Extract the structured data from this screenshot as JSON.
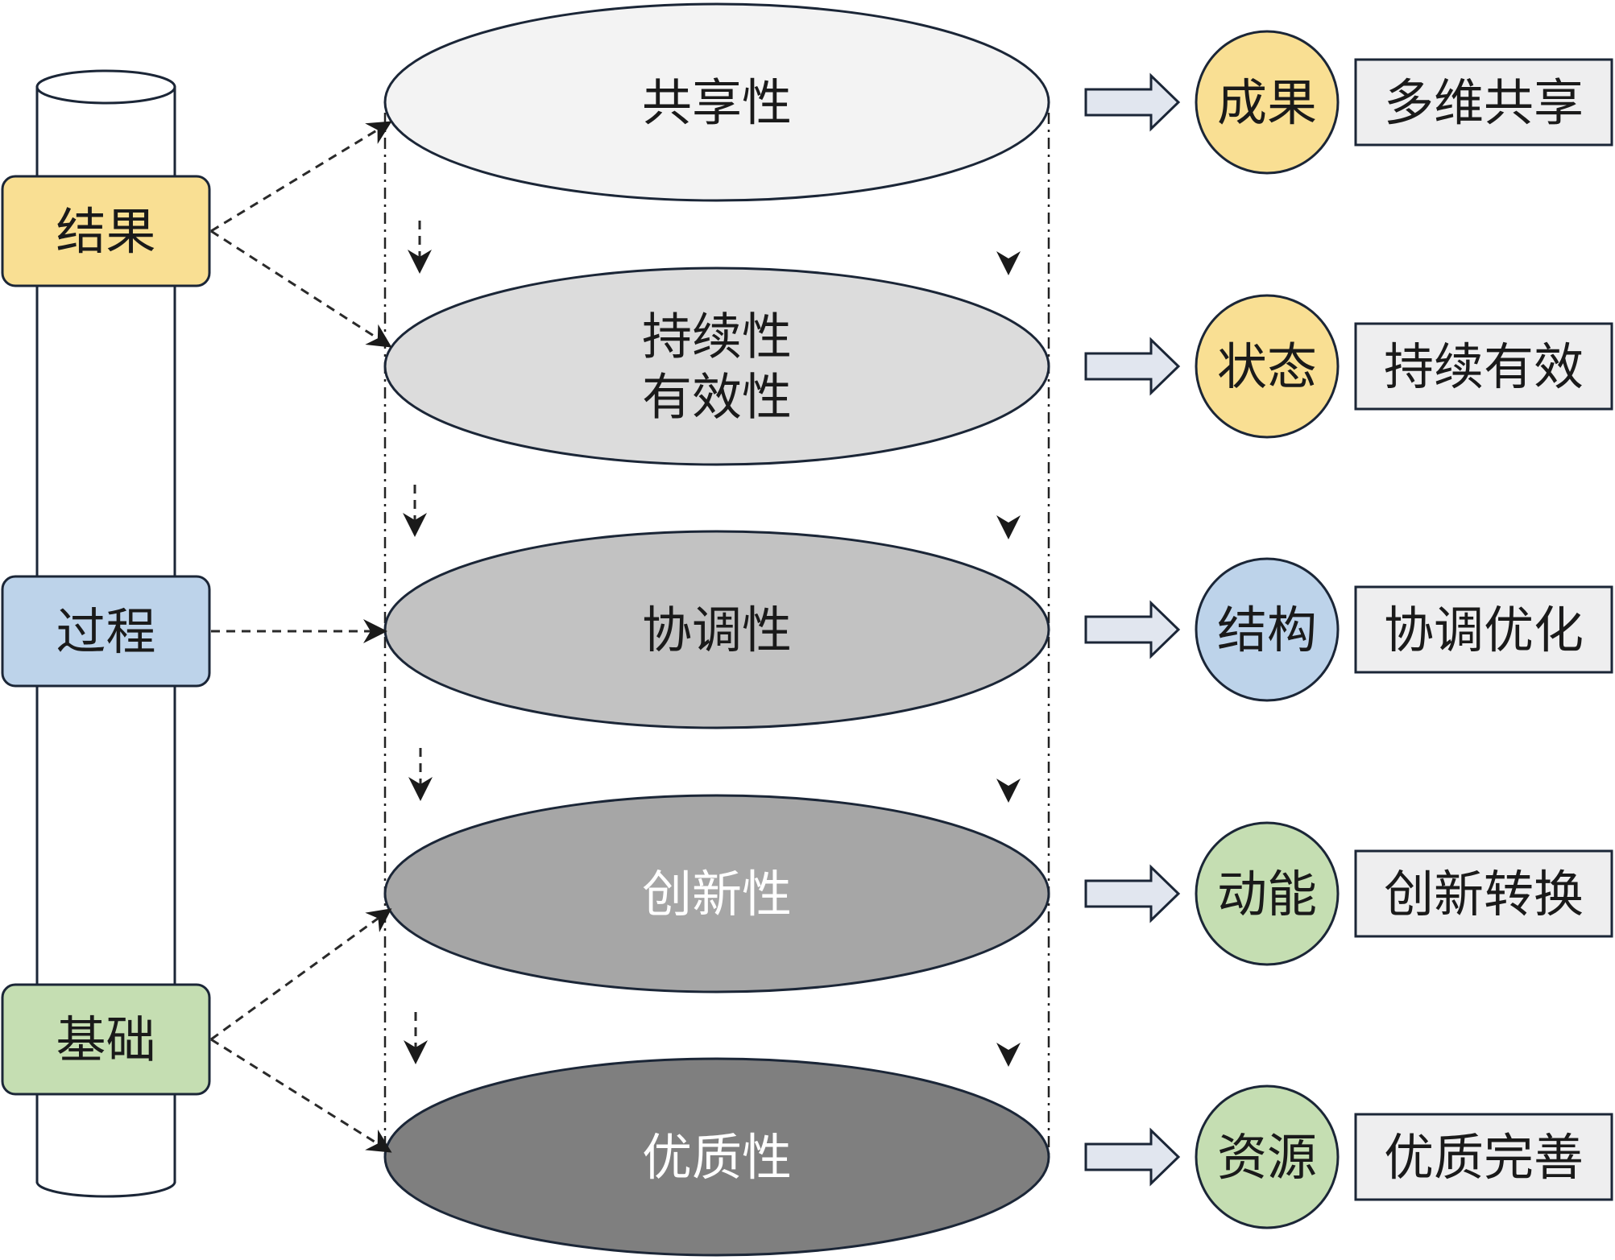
{
  "colors": {
    "stroke": "#1b2637",
    "dashed": "#2a2a2a",
    "yellow": "#f9df93",
    "blue": "#bdd3ea",
    "green": "#c5deb2",
    "right_box": "#eeeeef",
    "arrow_fill": "#e1e6ef",
    "layer_fills": [
      "#f3f3f3",
      "#dcdcdc",
      "#c2c2c2",
      "#a6a6a6",
      "#7f7f7f"
    ]
  },
  "left_pillar": {
    "labels": [
      {
        "text": "结果",
        "color": "yellow"
      },
      {
        "text": "过程",
        "color": "blue"
      },
      {
        "text": "基础",
        "color": "green"
      }
    ]
  },
  "layers": [
    {
      "lines": [
        "共享性"
      ],
      "text_color": "#1a1a1a"
    },
    {
      "lines": [
        "持续性",
        "有效性"
      ],
      "text_color": "#1a1a1a"
    },
    {
      "lines": [
        "协调性"
      ],
      "text_color": "#1a1a1a"
    },
    {
      "lines": [
        "创新性"
      ],
      "text_color": "#ffffff"
    },
    {
      "lines": [
        "优质性"
      ],
      "text_color": "#ffffff"
    }
  ],
  "right_items": [
    {
      "circle": "成果",
      "circle_color": "yellow",
      "box": "多维共享"
    },
    {
      "circle": "状态",
      "circle_color": "yellow",
      "box": "持续有效"
    },
    {
      "circle": "结构",
      "circle_color": "blue",
      "box": "协调优化"
    },
    {
      "circle": "动能",
      "circle_color": "green",
      "box": "创新转换"
    },
    {
      "circle": "资源",
      "circle_color": "green",
      "box": "优质完善"
    }
  ]
}
